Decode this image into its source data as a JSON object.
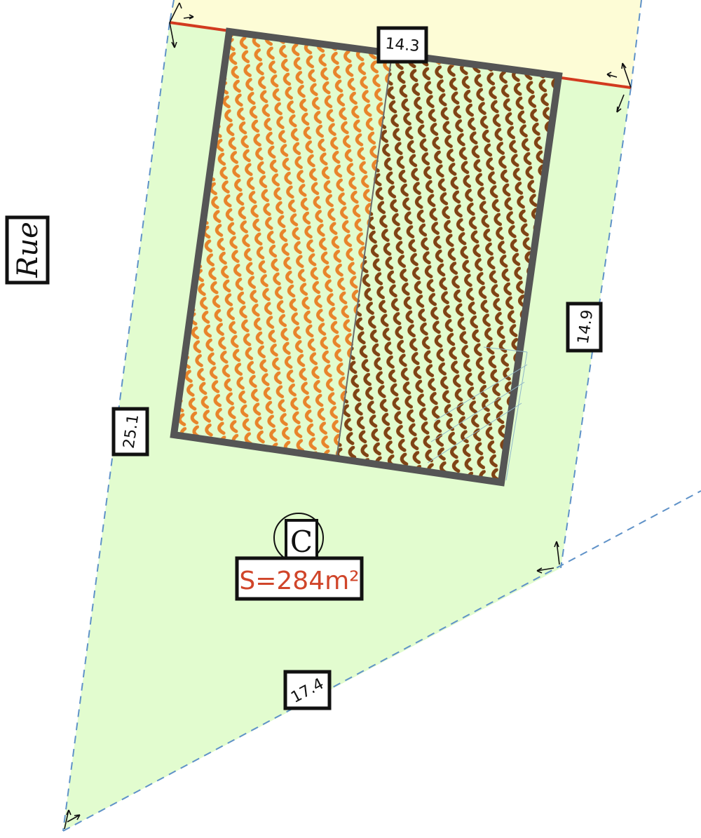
{
  "plan": {
    "street_label": "Rue",
    "lot_letter": "C",
    "area_label": "S=284m²",
    "dimensions": {
      "top": "14.3",
      "right": "14.9",
      "left": "25.1",
      "bottom": "17.4"
    }
  },
  "colors": {
    "lot_fill": "#e2fccf",
    "neighbor_fill": "#fdfcd6",
    "boundary_dash": "#5f92c8",
    "front_line": "#d23a1f",
    "roof_orange": "#e8842b",
    "roof_brown": "#7e4316",
    "building_outline": "#555555",
    "area_text": "#d0452a"
  },
  "icons": {
    "corner_marker": "corner-arrow-icon",
    "lot_marker": "circle-letter-icon"
  }
}
